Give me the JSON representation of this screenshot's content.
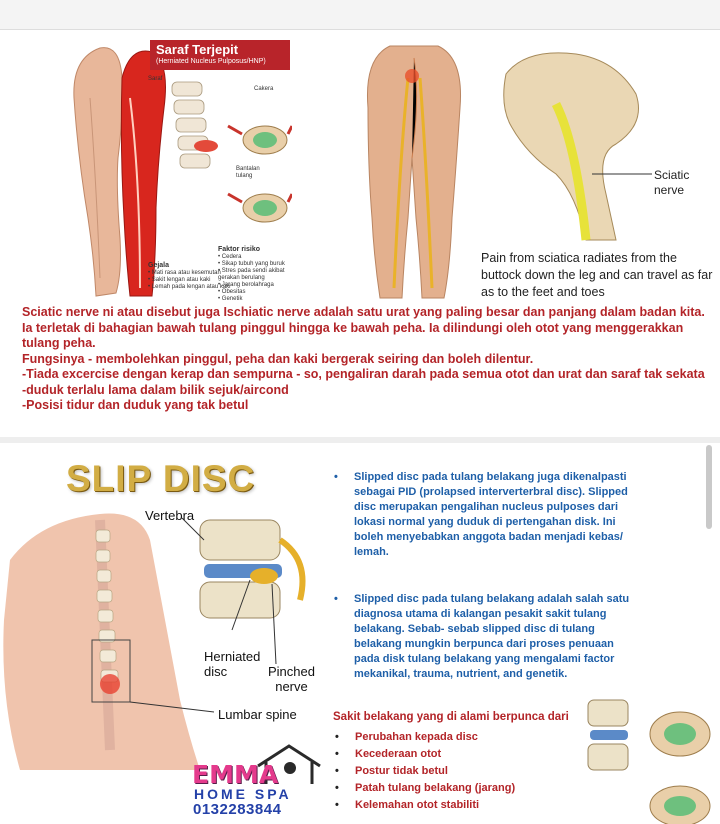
{
  "panel_a": {
    "title": "Saraf Terjepit",
    "subtitle": "(Herniated Nucleus Pulposus/HNP)",
    "labels": {
      "saraf": "Saraf",
      "cakera": "Cakera",
      "bantalan": "Bantalan\ntulang",
      "gejala": "Gejala",
      "faktor": "Faktor risiko"
    },
    "gejala_items": [
      "Mati rasa atau kesemutan",
      "Sakit lengan atau kaki",
      "Lemah pada lengan atau kaki"
    ],
    "faktor_items": [
      "Cedera",
      "Sikap tubuh yang buruk",
      "Stres pada sendi akibat gerakan berulang",
      "Jarang berolahraga",
      "Obesitas",
      "Genetik"
    ]
  },
  "sciatic": {
    "label": "Sciatic\nnerve",
    "caption": "Pain from sciatica radiates from the buttock down the leg and can travel as far as to the feet and toes"
  },
  "red_text": [
    "Sciatic nerve ni atau disebut juga Ischiatic nerve adalah satu urat yang paling besar dan panjang dalam badan kita. Ia terletak di bahagian bawah tulang pinggul hingga ke bawah peha. Ia dilindungi oleh otot yang menggerakkan tulang peha.",
    "Fungsinya - membolehkan pinggul, peha dan kaki bergerak seiring dan boleh dilentur.",
    "-Tiada excercise dengan kerap dan sempurna - so, pengaliran darah pada semua otot dan urat dan saraf tak sekata",
    "-duduk terlalu lama dalam bilik sejuk/aircond",
    "-Posisi tidur dan duduk yang tak betul"
  ],
  "slip": {
    "title": "SLIP DISC",
    "labels": {
      "vertebra": "Vertebra",
      "herniated": "Herniated\ndisc",
      "pinched": "Pinched\nnerve",
      "lumbar": "Lumbar spine"
    },
    "bullets": [
      "Slipped disc pada tulang belakang juga dikenalpasti sebagai PID (prolapsed interverterbral disc). Slipped disc merupakan pengalihan nucleus pulposes dari lokasi normal yang duduk di pertengahan disk. Ini boleh menyebabkan anggota badan menjadi kebas/ lemah.",
      "Slipped disc pada tulang belakang adalah salah satu diagnosa utama di kalangan pesakit sakit tulang belakang. Sebab- sebab slipped disc di tulang belakang mungkin berpunca dari proses penuaan pada disk tulang belakang yang mengalami factor mekanikal, trauma, nutrient, and genetik."
    ],
    "sakit_title": "Sakit belakang yang di alami berpunca dari",
    "sakit_items": [
      "Perubahan kepada disc",
      "Kecederaan otot",
      "Postur tidak betul",
      "Patah tulang belakang (jarang)",
      "Kelemahan otot stabiliti"
    ]
  },
  "logo": {
    "name": "EMMA",
    "tagline": "HOME SPA",
    "phone": "0132283844"
  }
}
